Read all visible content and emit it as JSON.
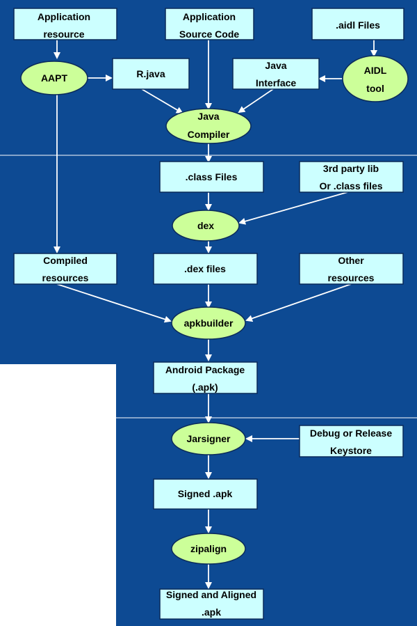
{
  "colors": {
    "panel": "#0d4a93",
    "box_fill": "#ccffff",
    "process_fill": "#ccff99",
    "arrow": "#ffffff"
  },
  "nodes": {
    "app_resource": [
      "Application",
      "resource"
    ],
    "app_source": [
      "Application",
      "Source Code"
    ],
    "aidl_files": [
      ".aidl Files"
    ],
    "aapt": [
      "AAPT"
    ],
    "rjava": [
      "R.java"
    ],
    "java_interface": [
      "Java",
      "Interface"
    ],
    "aidl_tool": [
      "AIDL",
      "tool"
    ],
    "java_compiler": [
      "Java",
      "Compiler"
    ],
    "class_files": [
      ".class Files"
    ],
    "third_party": [
      "3rd party lib",
      "Or .class files"
    ],
    "dex": [
      "dex"
    ],
    "compiled_resources": [
      "Compiled",
      "resources"
    ],
    "dex_files": [
      ".dex files"
    ],
    "other_resources": [
      "Other",
      "resources"
    ],
    "apkbuilder": [
      "apkbuilder"
    ],
    "android_package": [
      "Android Package",
      "(.apk)"
    ],
    "jarsigner": [
      "Jarsigner"
    ],
    "keystore": [
      "Debug or Release",
      "Keystore"
    ],
    "signed_apk": [
      "Signed .apk"
    ],
    "zipalign": [
      "zipalign"
    ],
    "signed_aligned": [
      "Signed and Aligned",
      ".apk"
    ]
  }
}
